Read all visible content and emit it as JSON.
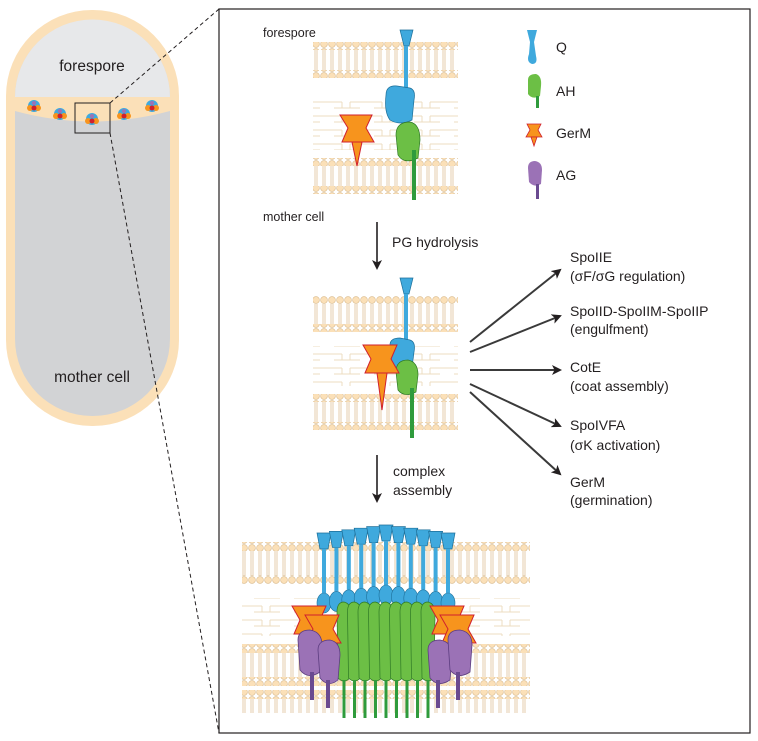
{
  "cell": {
    "forespore_label": "forespore",
    "mother_cell_label": "mother cell"
  },
  "panel": {
    "top": {
      "forespore_label": "forespore",
      "mother_cell_label": "mother cell"
    },
    "step1_label": "PG hydrolysis",
    "step2_label_line1": "complex",
    "step2_label_line2": "assembly"
  },
  "legend": [
    {
      "label": "Q",
      "color": "#3fa9dd",
      "icon": "q-protein-icon"
    },
    {
      "label": "AH",
      "color": "#6cbf45",
      "icon": "ah-protein-icon"
    },
    {
      "label": "GerM",
      "color": "#f7941d",
      "icon": "germ-protein-icon"
    },
    {
      "label": "AG",
      "color": "#9b72b6",
      "icon": "ag-protein-icon"
    }
  ],
  "outcomes": [
    {
      "title": "SpoIIE",
      "detail": "(σF/σG regulation)"
    },
    {
      "title": "SpoIID-SpoIIM-SpoIIP",
      "detail": "(engulfment)"
    },
    {
      "title": "CotE",
      "detail": "(coat assembly)"
    },
    {
      "title": "SpoIVFA",
      "detail": "(σK activation)"
    },
    {
      "title": "GerM",
      "detail": "(germination)"
    }
  ],
  "colors": {
    "q": "#3fa9dd",
    "ah": "#6cbf45",
    "germ": "#f7941d",
    "germ_outline": "#d0202e",
    "ag": "#9b72b6",
    "lipid": "#fbe0b8",
    "lipid_outline": "#d9b98b",
    "cytoplasm": "#d2d3d5",
    "forespore_fill": "#e7e8ea",
    "arrow": "#231f20"
  }
}
